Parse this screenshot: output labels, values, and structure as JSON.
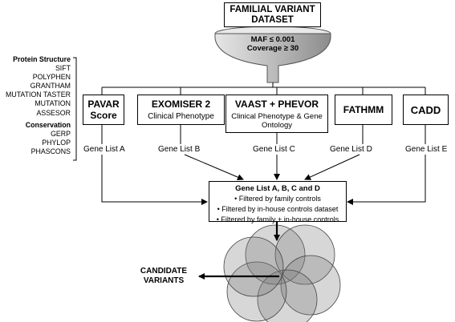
{
  "dataset_box": {
    "line1": "FAMILIAL VARIANT",
    "line2": "DATASET"
  },
  "funnel": {
    "line1": "MAF ≤ 0.001",
    "line2": "Coverage ≥ 30"
  },
  "sidebar": {
    "protein_heading": "Protein Structure",
    "protein_items": [
      "SIFT",
      "POLYPHEN",
      "GRANTHAM",
      "MUTATION TASTER",
      "MUTATION ASSESOR"
    ],
    "conservation_heading": "Conservation",
    "conservation_items": [
      "GERP",
      "PHYLOP",
      "PHASCONS"
    ]
  },
  "tools": [
    {
      "name_line1": "PAVAR",
      "name_line2": "Score",
      "sub": ""
    },
    {
      "name_line1": "EXOMISER 2",
      "name_line2": "",
      "sub": "Clinical Phenotype"
    },
    {
      "name_line1": "VAAST + PHEVOR",
      "name_line2": "",
      "sub": "Clinical Phenotype & Gene Ontology"
    },
    {
      "name_line1": "FATHMM",
      "name_line2": "",
      "sub": ""
    },
    {
      "name_line1": "CADD",
      "name_line2": "",
      "sub": ""
    }
  ],
  "gene_lists": [
    "Gene List A",
    "Gene List B",
    "Gene List C",
    "Gene List D",
    "Gene List E"
  ],
  "summary_box": {
    "title": "Gene List A, B, C and D",
    "items": [
      "Filtered by family controls",
      "Filtered by in-house controls dataset",
      "Filtered by family + in-house controls"
    ]
  },
  "candidate": {
    "line1": "CANDIDATE",
    "line2": "VARIANTS"
  },
  "colors": {
    "funnel_light": "#e4e4e4",
    "funnel_dark": "#8f8f8f",
    "circle_fill": "#7a7a7a"
  }
}
